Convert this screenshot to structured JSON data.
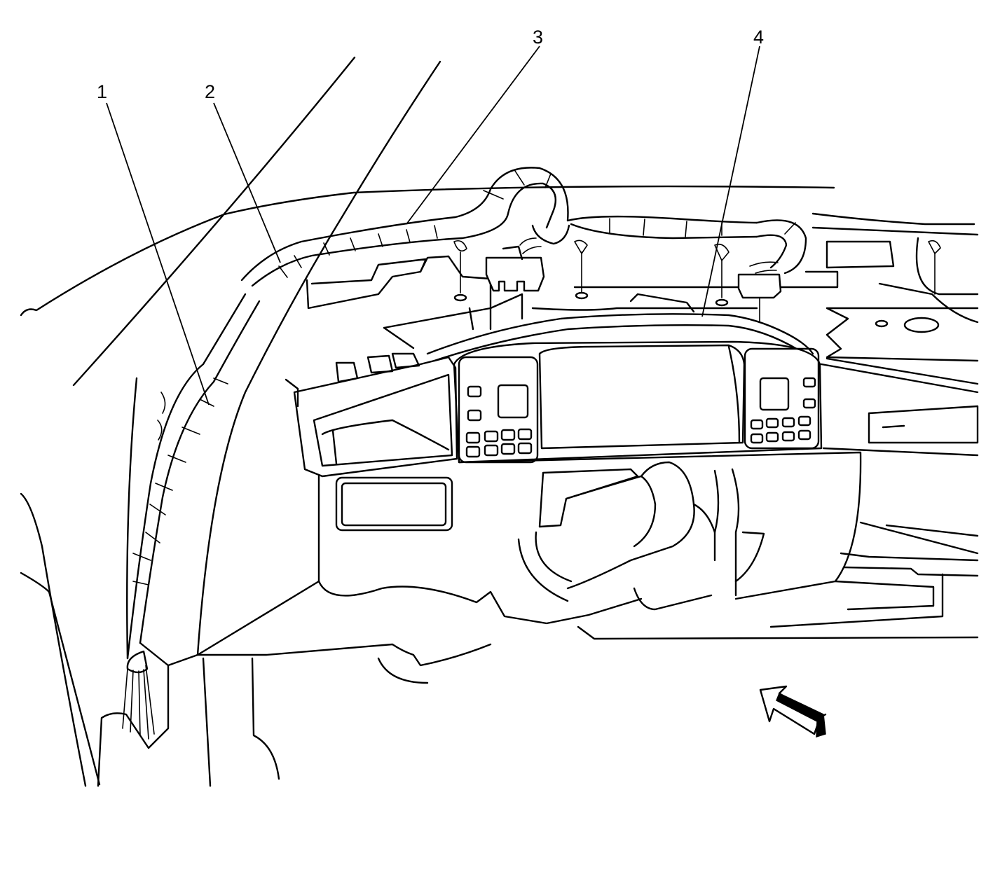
{
  "diagram": {
    "callouts": [
      {
        "id": "1",
        "label": "1"
      },
      {
        "id": "2",
        "label": "2"
      },
      {
        "id": "3",
        "label": "3"
      },
      {
        "id": "4",
        "label": "4"
      }
    ],
    "icons": {
      "view_arrow": "view-direction-arrow-icon"
    }
  }
}
